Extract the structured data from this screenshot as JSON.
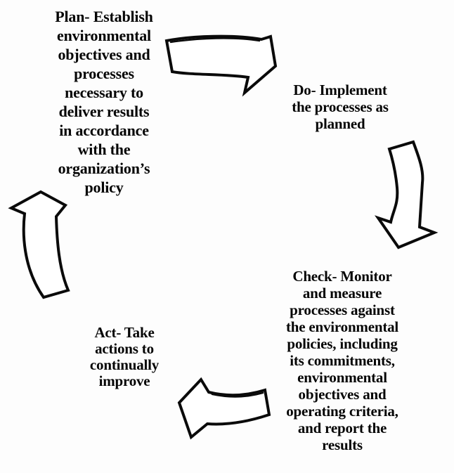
{
  "colors": {
    "background": "#fdfdfd",
    "text": "#050505",
    "arrow_outline": "#0a0a0a",
    "arrow_fill": "#ffffff"
  },
  "nodes": {
    "plan": "Plan- Establish\nenvironmental\nobjectives and\nprocesses\nnecessary to\ndeliver results\nin accordance\nwith the\norganization’s\npolicy",
    "do": "Do- Implement\nthe processes as\nplanned",
    "check": "Check- Monitor\nand measure\nprocesses against\nthe environmental\npolicies, including\nits commitments,\nenvironmental\nobjectives and\noperating criteria,\nand report the\nresults",
    "act": "Act- Take\nactions to\ncontinually\nimprove"
  },
  "arrows": {
    "plan_to_do": "curved-block-arrow-right",
    "do_to_check": "curved-block-arrow-down",
    "check_to_act": "curved-block-arrow-left",
    "act_to_plan": "curved-block-arrow-up"
  }
}
